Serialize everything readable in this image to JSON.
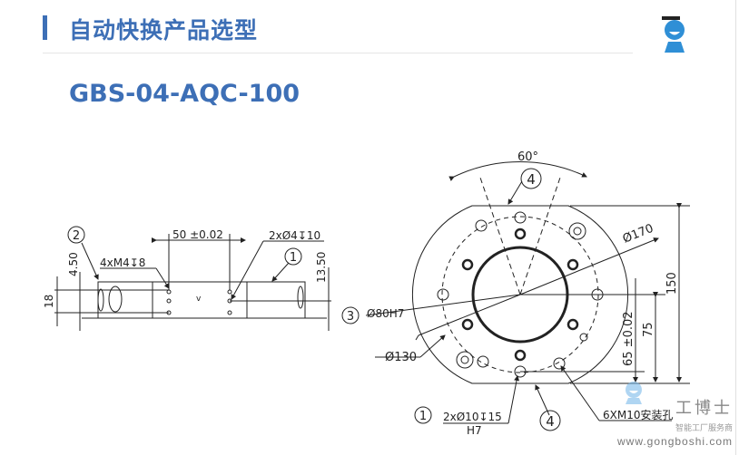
{
  "header": {
    "title": "自动快换产品选型",
    "model": "GBS-04-AQC-100"
  },
  "side_view": {
    "callout_2": "2",
    "callout_1": "1",
    "dim_50": "50 ±0.02",
    "holes_2x": "2xØ4↧10",
    "holes_4x": "4xM4↧8",
    "dim_450": "4.50",
    "dim_18": "18",
    "dim_1350": "13.50",
    "mark_v": "v"
  },
  "front_view": {
    "angle": "60°",
    "callout_4_top": "4",
    "callout_4_bottom": "4",
    "callout_3": "3",
    "callout_1": "1",
    "dia_170": "Ø170",
    "dia_80": "Ø80H7",
    "dia_130": "Ø130",
    "holes_2x": "2xØ10↧15",
    "fit_h7": "H7",
    "mount_holes": "6XM10安装孔",
    "dim_150": "150",
    "dim_75": "75",
    "dim_65": "65 ±0.02"
  },
  "watermark": {
    "brand": "工博士",
    "tagline": "智能工厂服务商",
    "url": "www.gongboshi.com"
  }
}
